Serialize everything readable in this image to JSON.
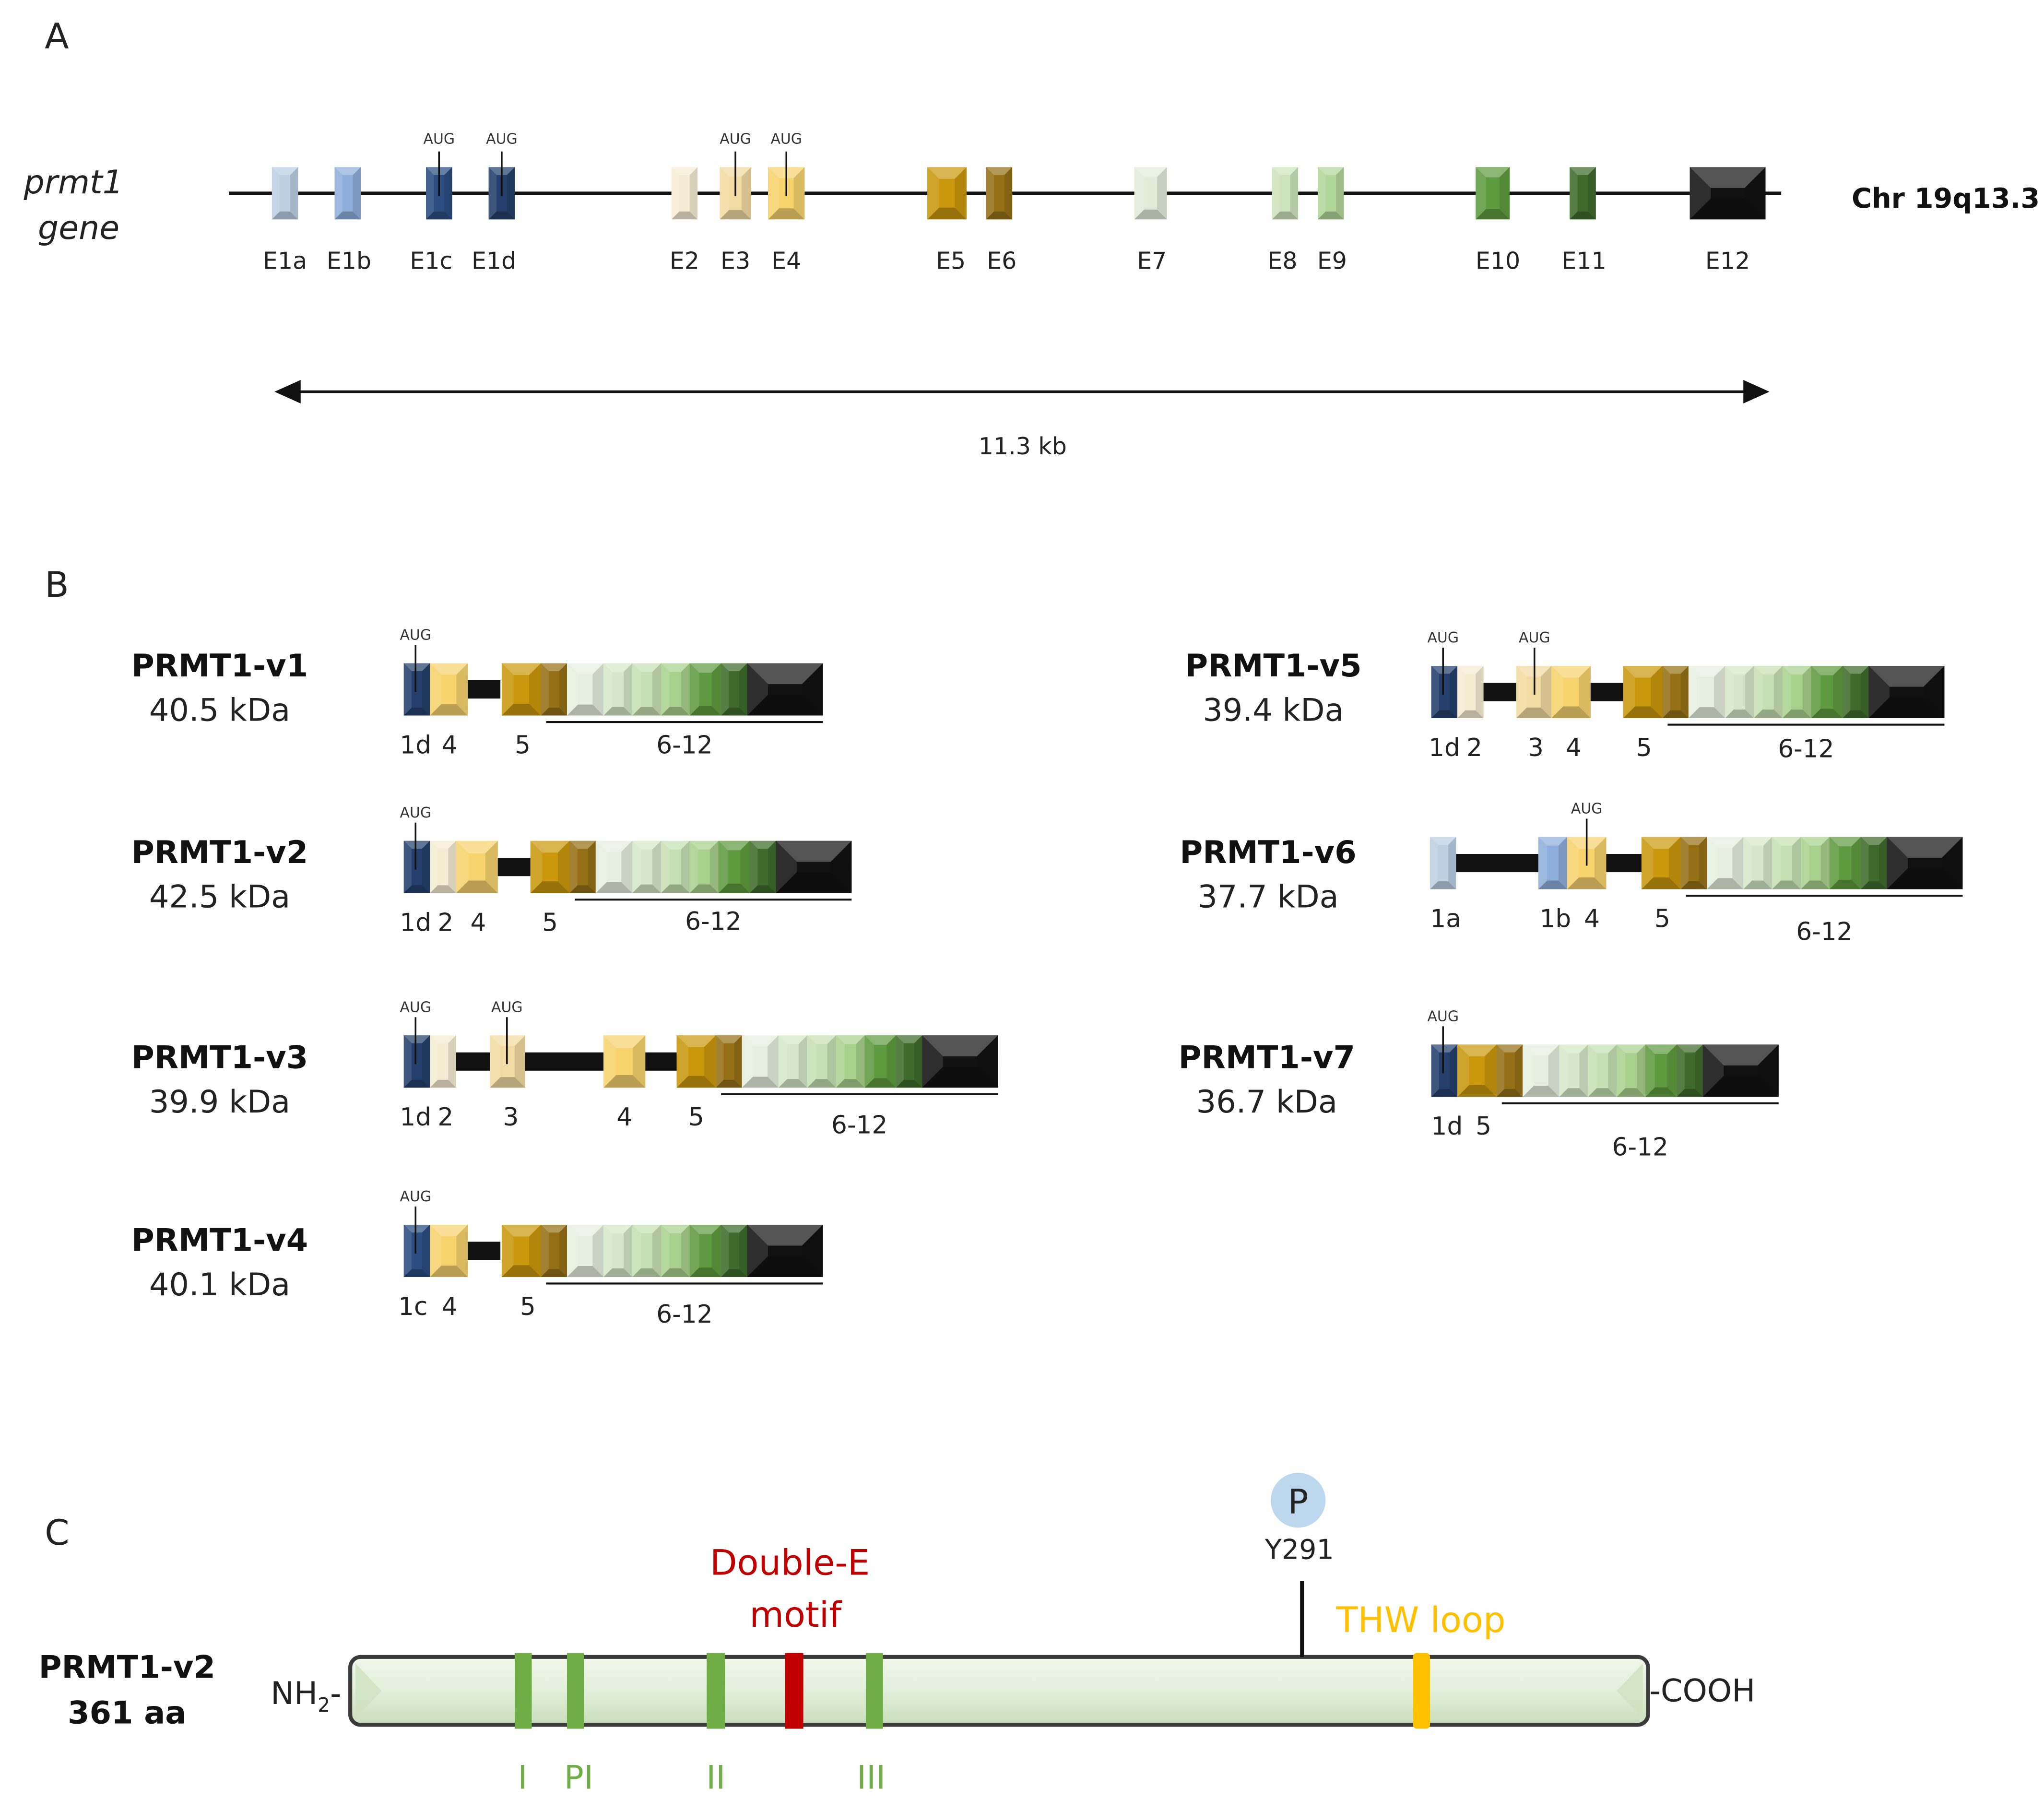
{
  "panel_a": {
    "label": "A",
    "gene_name_line1": "prmt1",
    "gene_name_line2": "gene",
    "chromosome": "Chr 19q13.3",
    "span_label": "11.3 kb",
    "aug_label": "AUG",
    "exons": [
      {
        "label": "E1a",
        "color": "#bccfe3",
        "aug": false
      },
      {
        "label": "E1b",
        "color": "#8eaedb",
        "aug": false
      },
      {
        "label": "E1c",
        "color": "#2b4d80",
        "aug": true
      },
      {
        "label": "E1d",
        "color": "#243f6b",
        "aug": true
      },
      {
        "label": "E2",
        "color": "#f6ecd3",
        "aug": false
      },
      {
        "label": "E3",
        "color": "#f2dba2",
        "aug": true
      },
      {
        "label": "E4",
        "color": "#f7d36e",
        "aug": true
      },
      {
        "label": "E5",
        "color": "#c9980d",
        "aug": false
      },
      {
        "label": "E6",
        "color": "#957016",
        "aug": false
      },
      {
        "label": "E7",
        "color": "#e1ecd8",
        "aug": false
      },
      {
        "label": "E8",
        "color": "#cde4bd",
        "aug": false
      },
      {
        "label": "E9",
        "color": "#b2d79b",
        "aug": false
      },
      {
        "label": "E10",
        "color": "#5e9a3f",
        "aug": false
      },
      {
        "label": "E11",
        "color": "#3e6b2b",
        "aug": false
      },
      {
        "label": "E12",
        "color": "#111111",
        "aug": false
      }
    ]
  },
  "panel_b": {
    "label": "B",
    "aug_label": "AUG",
    "variants": [
      {
        "name": "PRMT1-v1",
        "mass": "40.5 kDa",
        "exon_labels": [
          "1d",
          "4",
          "5"
        ],
        "tail_label": "6-12"
      },
      {
        "name": "PRMT1-v2",
        "mass": "42.5 kDa",
        "exon_labels": [
          "1d",
          "2",
          "4",
          "5"
        ],
        "tail_label": "6-12"
      },
      {
        "name": "PRMT1-v3",
        "mass": "39.9 kDa",
        "exon_labels": [
          "1d",
          "2",
          "3",
          "4",
          "5"
        ],
        "tail_label": "6-12"
      },
      {
        "name": "PRMT1-v4",
        "mass": "40.1 kDa",
        "exon_labels": [
          "1c",
          "4",
          "5"
        ],
        "tail_label": "6-12"
      },
      {
        "name": "PRMT1-v5",
        "mass": "39.4 kDa",
        "exon_labels": [
          "1d",
          "2",
          "3",
          "4",
          "5"
        ],
        "tail_label": "6-12"
      },
      {
        "name": "PRMT1-v6",
        "mass": "37.7 kDa",
        "exon_labels": [
          "1a",
          "1b",
          "4",
          "5"
        ],
        "tail_label": "6-12"
      },
      {
        "name": "PRMT1-v7",
        "mass": "36.7 kDa",
        "exon_labels": [
          "1d",
          "5"
        ],
        "tail_label": "6-12"
      }
    ]
  },
  "panel_c": {
    "label": "C",
    "protein_name": "PRMT1-v2",
    "protein_length": "361 aa",
    "n_terminus": "NH",
    "n_terminus_sub": "2",
    "n_terminus_dash": "-",
    "c_terminus": "-COOH",
    "phospho_symbol": "P",
    "phospho_site": "Y291",
    "double_e_line1": "Double-E",
    "double_e_line2": "motif",
    "thw_loop": "THW loop",
    "motifs": [
      "I",
      "PI",
      "II",
      "III"
    ],
    "colors": {
      "motif": "#70ad47",
      "double_e": "#c00000",
      "thw": "#ffc000",
      "phospho_circle": "#bdd7ee",
      "protein_fill": "#e2efda"
    }
  }
}
